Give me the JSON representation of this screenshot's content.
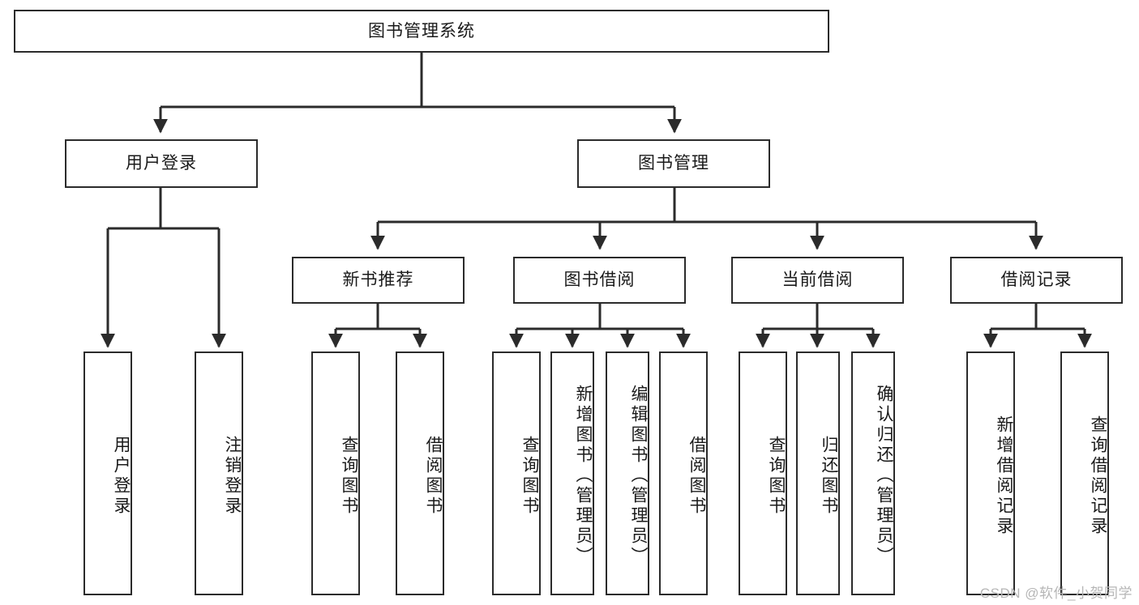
{
  "diagram": {
    "title": "图书管理系统",
    "type": "tree-hierarchy-diagram",
    "watermark": "CSDN @软件_小贺同学",
    "colors": {
      "box_border": "#2b2b2b",
      "box_fill": "#ffffff",
      "connector": "#2b2b2b",
      "text": "#1a1a1a",
      "watermark": "#b6b6b6"
    },
    "root": {
      "label": "图书管理系统"
    },
    "level2": [
      {
        "label": "用户登录"
      },
      {
        "label": "图书管理"
      }
    ],
    "level3": [
      {
        "label": "新书推荐"
      },
      {
        "label": "图书借阅"
      },
      {
        "label": "当前借阅"
      },
      {
        "label": "借阅记录"
      }
    ],
    "leaves": {
      "user_login": [
        {
          "label": "用户登录"
        },
        {
          "label": "注销登录"
        }
      ],
      "new_book_recommend": [
        {
          "label": "查询图书"
        },
        {
          "label": "借阅图书"
        }
      ],
      "book_borrow": [
        {
          "label": "查询图书"
        },
        {
          "label": "新增图书（管理员）"
        },
        {
          "label": "编辑图书（管理员）"
        },
        {
          "label": "借阅图书"
        }
      ],
      "current_borrow": [
        {
          "label": "查询图书"
        },
        {
          "label": "归还图书"
        },
        {
          "label": "确认归还（管理员）"
        }
      ],
      "borrow_record": [
        {
          "label": "新增借阅记录"
        },
        {
          "label": "查询借阅记录"
        }
      ]
    }
  }
}
